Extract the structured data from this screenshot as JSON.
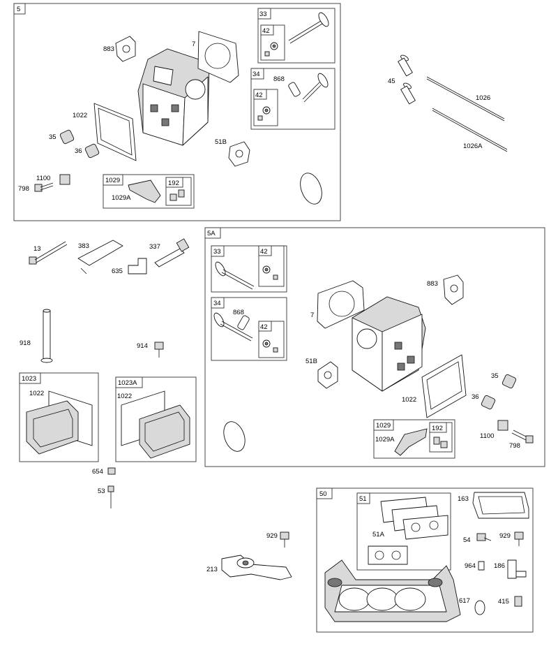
{
  "groups": {
    "g5": "5",
    "g33": "33",
    "g42a": "42",
    "g34": "34",
    "g42b": "42",
    "g1029a": "1029",
    "g192a": "192",
    "g5A": "5A",
    "g33b": "33",
    "g42c": "42",
    "g34b": "34",
    "g42d": "42",
    "g1029b": "1029",
    "g192b": "192",
    "g1023": "1023",
    "g1023A": "1023A",
    "g50": "50",
    "g51": "51"
  },
  "labels": {
    "p883a": "883",
    "p7a": "7",
    "p868a": "868",
    "p1022a": "1022",
    "p35a": "35",
    "p36a": "36",
    "p51Ba": "51B",
    "p1100a": "1100",
    "p798a": "798",
    "p1029Aa": "1029A",
    "p45": "45",
    "p1026": "1026",
    "p1026A": "1026A",
    "p13": "13",
    "p383": "383",
    "p337": "337",
    "p635": "635",
    "p918": "918",
    "p914": "914",
    "p1022b": "1022",
    "p1022c": "1022",
    "p654": "654",
    "p53": "53",
    "p883b": "883",
    "p7b": "7",
    "p868b": "868",
    "p51Bb": "51B",
    "p1022d": "1022",
    "p35b": "35",
    "p36b": "36",
    "p1100b": "1100",
    "p798b": "798",
    "p1029Ab": "1029A",
    "p929a": "929",
    "p213": "213",
    "p163": "163",
    "p51A": "51A",
    "p54": "54",
    "p929b": "929",
    "p964": "964",
    "p186": "186",
    "p617": "617",
    "p415": "415"
  }
}
